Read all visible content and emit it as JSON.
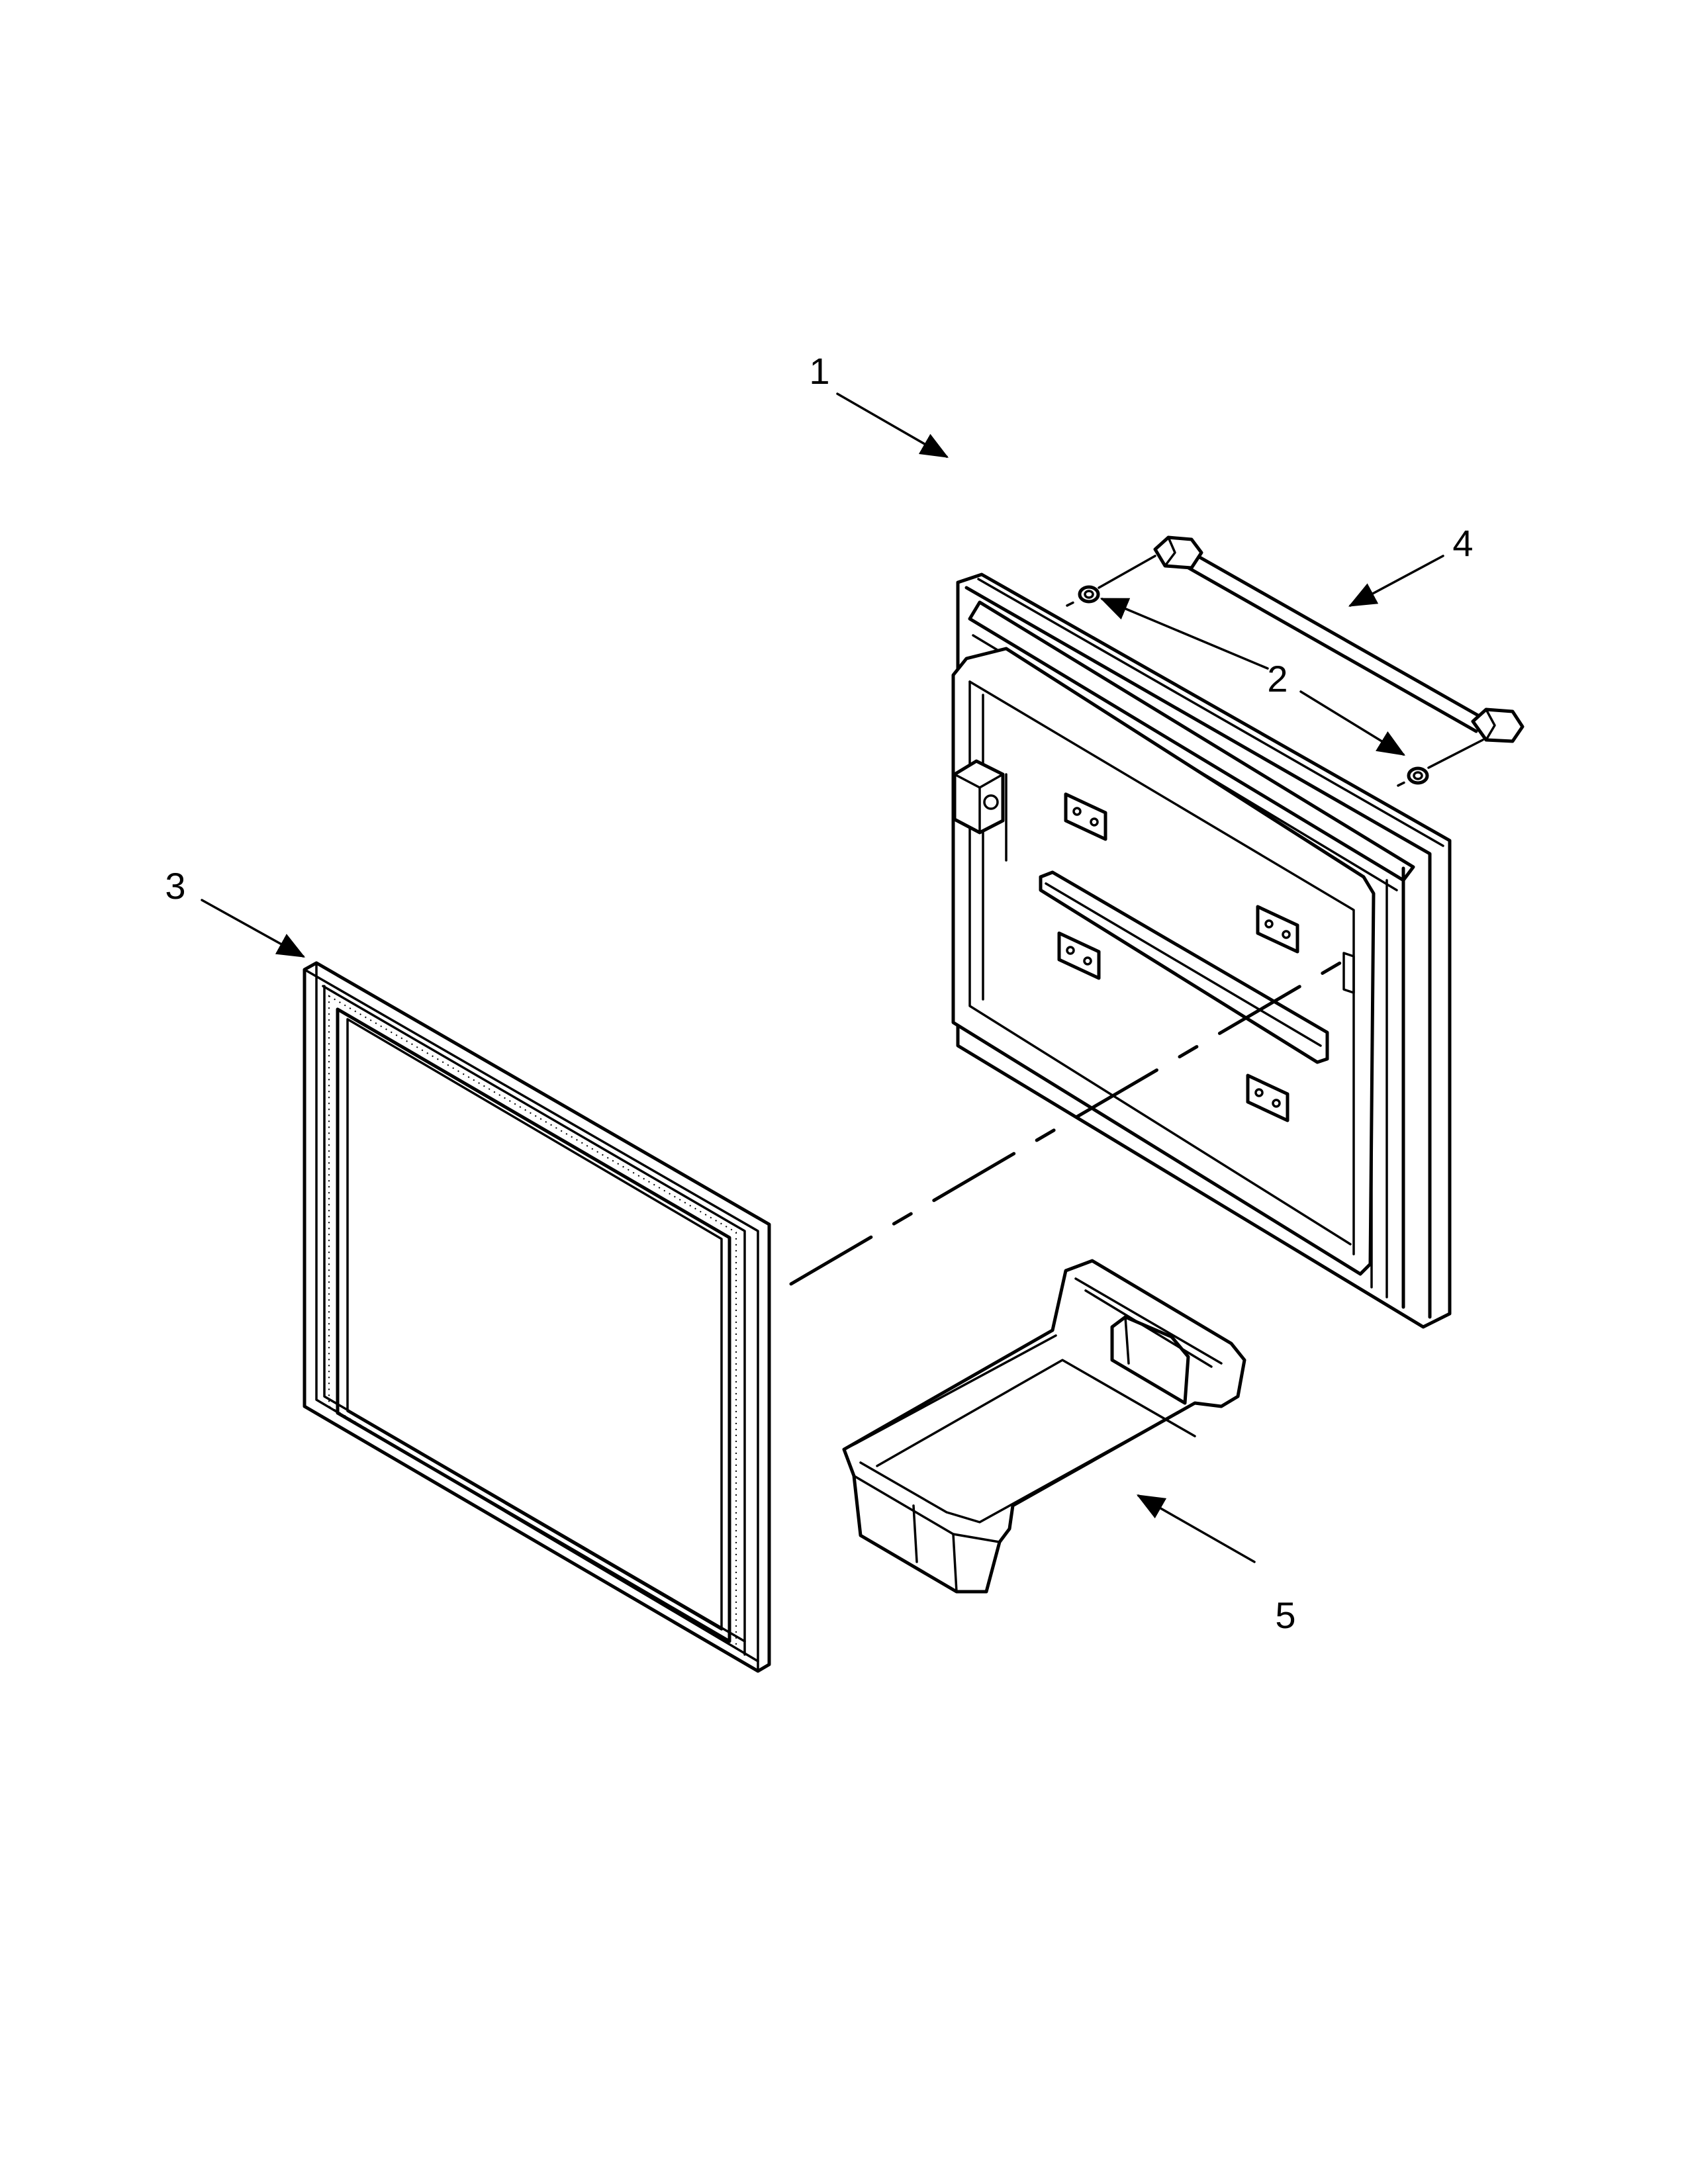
{
  "diagram": {
    "callouts": [
      {
        "id": "1",
        "text": "1"
      },
      {
        "id": "2",
        "text": "2"
      },
      {
        "id": "3",
        "text": "3"
      },
      {
        "id": "4",
        "text": "4"
      },
      {
        "id": "5",
        "text": "5"
      }
    ],
    "parts": [
      "door",
      "washers",
      "gasket",
      "handle",
      "bin"
    ]
  }
}
